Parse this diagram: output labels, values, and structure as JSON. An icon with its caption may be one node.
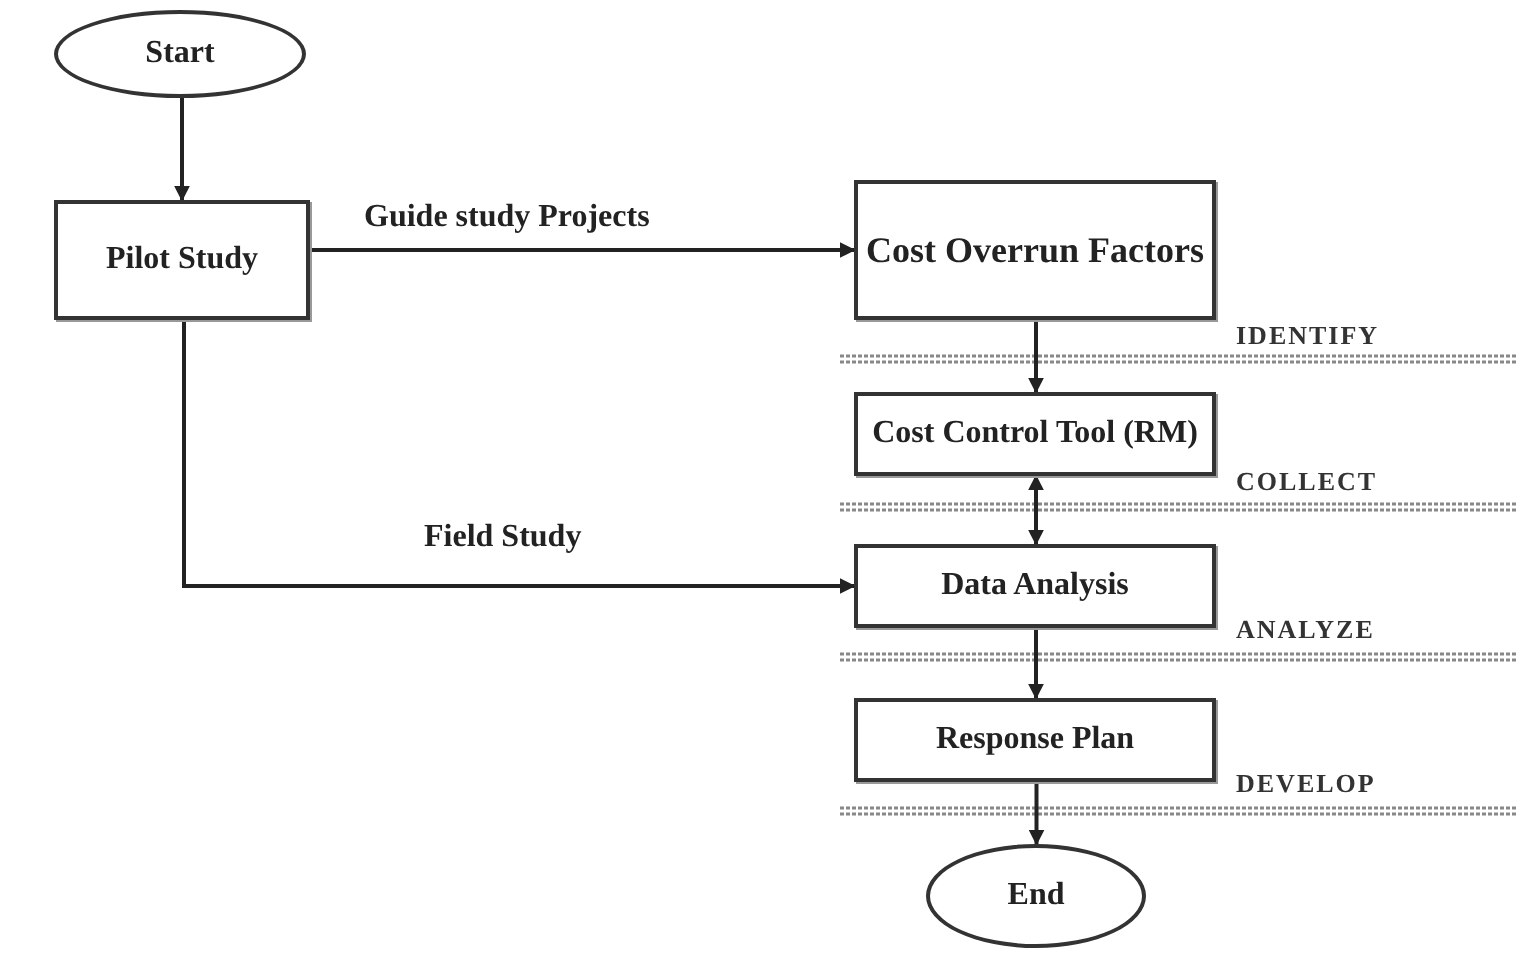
{
  "diagram": {
    "nodes": [
      {
        "text": [
          "Start"
        ]
      },
      {
        "text": [
          "Pilot Study"
        ]
      },
      {
        "text": [
          "Cost Overrun Factors"
        ]
      },
      {
        "text": [
          "Cost Control Tool (RM)"
        ]
      },
      {
        "text": [
          "Data Analysis"
        ]
      },
      {
        "text": [
          "Response Plan"
        ]
      },
      {
        "text": [
          "End"
        ]
      }
    ],
    "edges": [
      {
        "from": 0,
        "to": 1,
        "arrow": "to"
      },
      {
        "from": 1,
        "to": 2,
        "arrow": "to",
        "label": "Guide study Projects"
      },
      {
        "from": 2,
        "to": 3,
        "arrow": "to"
      },
      {
        "from": 3,
        "to": 4,
        "arrow": "both"
      },
      {
        "from": 1,
        "to": 4,
        "arrow": "to",
        "label": "Field Study"
      },
      {
        "from": 4,
        "to": 5,
        "arrow": "to"
      },
      {
        "from": 5,
        "to": 6,
        "arrow": "to"
      }
    ],
    "labels": [
      "IDENTIFY",
      "COLLECT",
      "ANALYZE",
      "DEVELOP"
    ]
  }
}
